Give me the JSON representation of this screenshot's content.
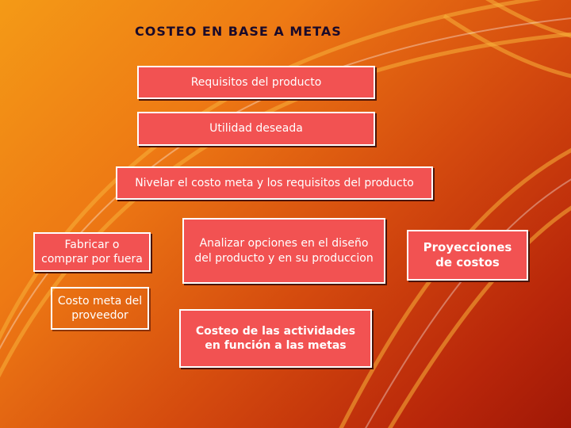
{
  "slide": {
    "title": "COSTEO EN BASE A METAS",
    "boxes": {
      "requisitos": "Requisitos del producto",
      "utilidad": "Utilidad deseada",
      "nivelar": "Nivelar el costo meta y los requisitos del producto",
      "fabricar": "Fabricar o\ncomprar por fuera",
      "analizar": "Analizar opciones en el diseño\ndel producto y en su produccion",
      "proyecciones": "Proyecciones\nde costos",
      "costo_meta": "Costo meta del\nproveedor",
      "costeo_actividades": "Costeo de las actividades\nen función a las metas"
    },
    "colors": {
      "box_fill": "#f25252",
      "box_border": "#ffffff",
      "title_text": "#1a0a2a",
      "background_light": "#f49a16",
      "background_dark": "#a01806"
    }
  }
}
